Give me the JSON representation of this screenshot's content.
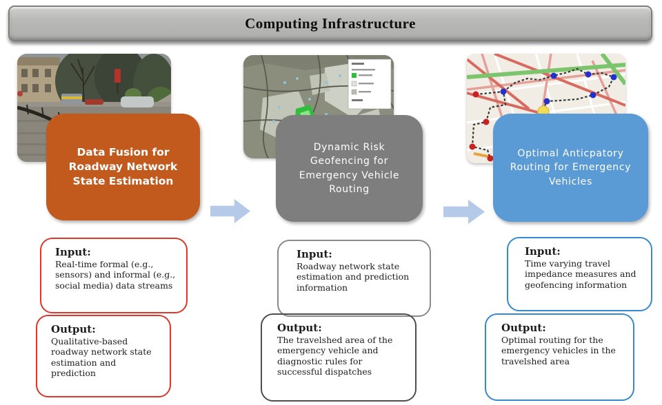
{
  "header": {
    "title": "Computing Infrastructure"
  },
  "colors": {
    "stage1_fill": "#C2591D",
    "stage2_fill": "#7E7E7E",
    "stage3_fill": "#5B9BD5",
    "arrow_fill": "#B5C9E8",
    "stage1_outline": "#E0352B",
    "stage2_input_outline": "#8A8A8A",
    "stage2_output_outline": "#4D4D4D",
    "stage3_outline": "#3489D2",
    "header_fill": "#B8B8B6"
  },
  "stages": [
    {
      "image": "flood-scene-photo",
      "title": "Data Fusion for Roadway Network State Estimation",
      "input_label": "Input:",
      "input_text": "Real-time formal (e.g., sensors) and informal (e.g., social media) data streams",
      "output_label": "Output:",
      "output_text": "Qualitative-based roadway network state estimation and prediction"
    },
    {
      "image": "geofencing-gis-map",
      "title": "Dynamic Risk Geofencing for Emergency Vehicle Routing",
      "input_label": "Input:",
      "input_text": "Roadway network state estimation and prediction information",
      "output_label": "Output:",
      "output_text": "The travelshed area of the emergency vehicle and diagnostic rules for successful dispatches"
    },
    {
      "image": "routing-street-map",
      "title": "Optimal Anticpatory Routing for Emergency Vehicles",
      "input_label": "Input:",
      "input_text": "Time varying travel impedance measures and geofencing information",
      "output_label": "Output:",
      "output_text": "Optimal routing for the emergency vehicles in the travelshed area"
    }
  ],
  "arrows": [
    {
      "name": "flow-arrow-stage1-to-stage2"
    },
    {
      "name": "flow-arrow-stage2-to-stage3"
    }
  ]
}
